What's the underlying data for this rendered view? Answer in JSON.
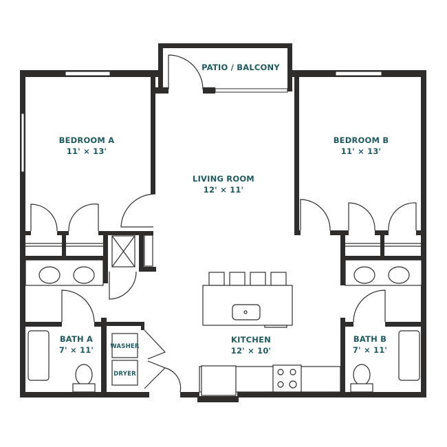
{
  "rooms": {
    "patio": {
      "name": "PATIO / BALCONY"
    },
    "bedroom_a": {
      "name": "BEDROOM A",
      "size": "11' × 13'"
    },
    "living_room": {
      "name": "LIVING ROOM",
      "size": "12' × 11'"
    },
    "bedroom_b": {
      "name": "BEDROOM B",
      "size": "11' × 13'"
    },
    "bath_a": {
      "name": "BATH A",
      "size": "7' × 11'"
    },
    "kitchen": {
      "name": "KITCHEN",
      "size": "12' × 10'"
    },
    "bath_b": {
      "name": "BATH B",
      "size": "7' × 11'"
    }
  },
  "appliances": {
    "washer": "WASHER",
    "dryer": "DRYER"
  },
  "colors": {
    "wall": "#2f2d2b",
    "label": "#1e5a5e",
    "background": "#ffffff"
  }
}
